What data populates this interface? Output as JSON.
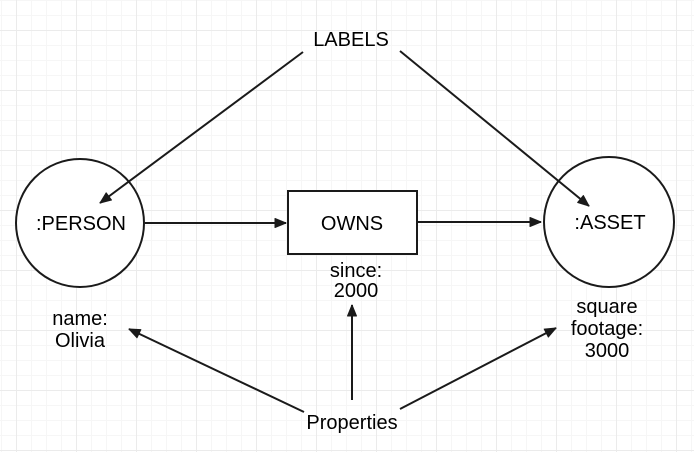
{
  "diagram": {
    "annotations": {
      "labels": "LABELS",
      "properties": "Properties"
    },
    "nodes": {
      "person": {
        "label": ":PERSON",
        "shape": "circle",
        "property_lines": [
          "name:",
          "Olivia"
        ]
      },
      "asset": {
        "label": ":ASSET",
        "shape": "circle",
        "property_lines": [
          "square",
          "footage:",
          "3000"
        ]
      }
    },
    "relationship": {
      "label": "OWNS",
      "shape": "rectangle",
      "property_lines": [
        "since:",
        "2000"
      ]
    },
    "colors": {
      "stroke": "#1a1a1a",
      "shape_fill": "#ffffff",
      "text_color": "#000000",
      "grid_minor": "#f6f6f6",
      "grid_major": "#ebebeb",
      "background": "#ffffff"
    }
  }
}
